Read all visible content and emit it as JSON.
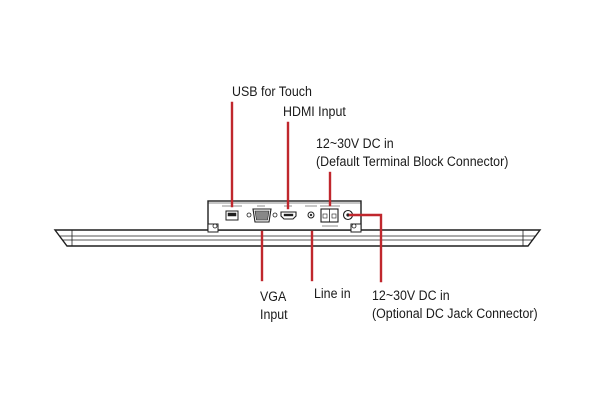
{
  "labels": {
    "usb_touch": "USB for Touch",
    "hdmi_input": "HDMI Input",
    "dc_terminal_line1": "12~30V DC in",
    "dc_terminal_line2": "(Default Terminal Block Connector)",
    "vga_line1": "VGA",
    "vga_line2": "Input",
    "line_in": "Line in",
    "dc_jack_line1": "12~30V DC in",
    "dc_jack_line2": "(Optional DC Jack Connector)"
  },
  "colors": {
    "leader_line": "#c0272d",
    "outline": "#1f1f1f",
    "background": "#ffffff"
  }
}
